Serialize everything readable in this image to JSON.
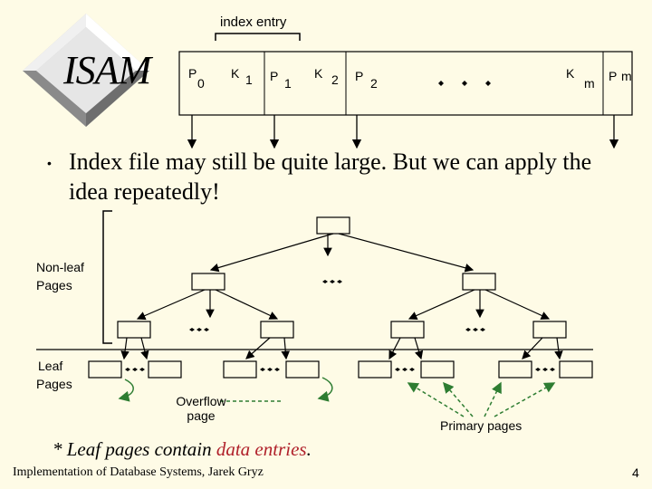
{
  "logo": {
    "text": "ISAM"
  },
  "index_entry_label": "index entry",
  "index_row": {
    "P0": "P",
    "P0_sub": "0",
    "K1": "K",
    "K1_sub": "1",
    "P1": "P",
    "P1_sub": "1",
    "K2": "K",
    "K2_sub": "2",
    "P2": "P",
    "P2_sub": "2",
    "Km": "K",
    "Km_sub": "m",
    "Pm": "P",
    "Pm_sub": "m"
  },
  "bullet_symbol": "•",
  "main_text": "Index file may still be quite large.  But we can apply the idea repeatedly!",
  "labels": {
    "non_leaf_1": "Non-leaf",
    "non_leaf_2": "Pages",
    "leaf_1": "Leaf",
    "leaf_2": "Pages",
    "overflow_1": "Overflow",
    "overflow_2": "page",
    "primary": "Primary pages"
  },
  "footnote": {
    "prefix": "* Leaf pages contain ",
    "highlight": "data entries",
    "suffix": "."
  },
  "footer": "Implementation of Database Systems, Jarek Gryz",
  "page_number": "4",
  "colors": {
    "background": "#fefbe6",
    "highlight": "#b0202a",
    "dashed_green": "#2e7d32",
    "logo_face": "#d9d9d9"
  }
}
